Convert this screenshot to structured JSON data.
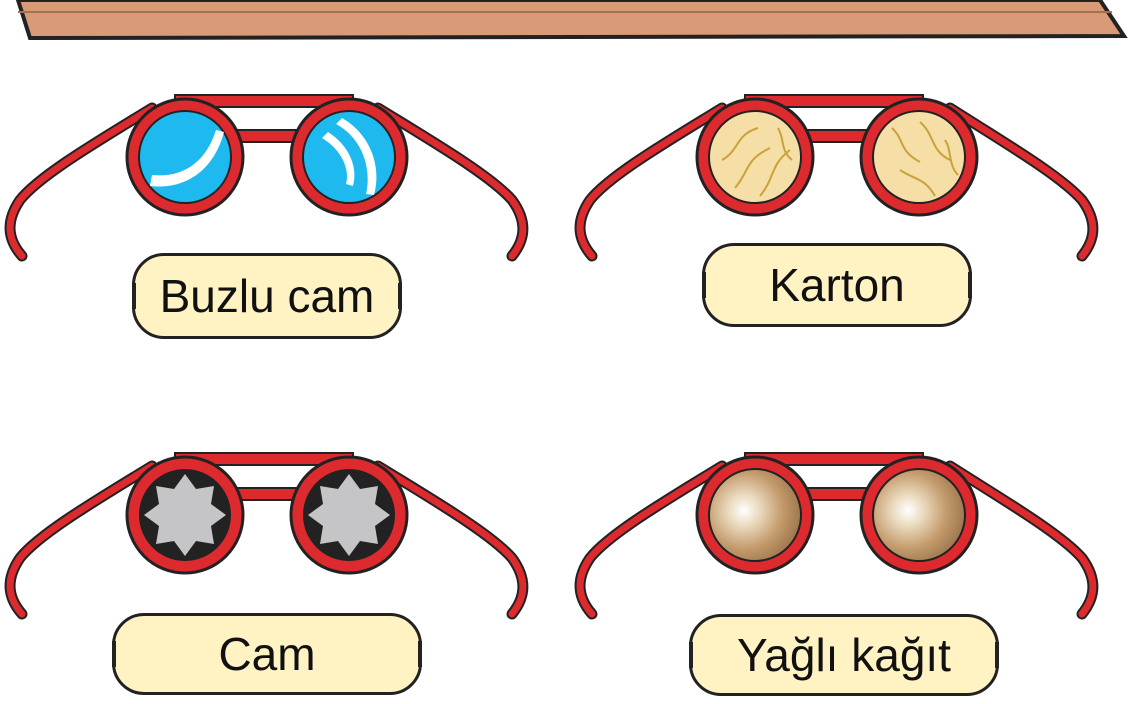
{
  "glasses": [
    {
      "id": "frosted",
      "label": "Buzlu cam",
      "lens": "frosted-glass"
    },
    {
      "id": "cardboard",
      "label": "Karton",
      "lens": "cardboard"
    },
    {
      "id": "glass",
      "label": "Cam",
      "lens": "clear-glass"
    },
    {
      "id": "oily",
      "label": "Yağlı kağıt",
      "lens": "oily-paper"
    }
  ],
  "colors": {
    "shelf": "#d99b77",
    "frame": "#dd2a2f",
    "label_fill": "#fff3c4",
    "frosted_lens": "#1db9ef",
    "cardboard_lens": "#f6dfa6",
    "glass_lens": "#c5c5c7",
    "oily_lens": "#b8895a"
  }
}
